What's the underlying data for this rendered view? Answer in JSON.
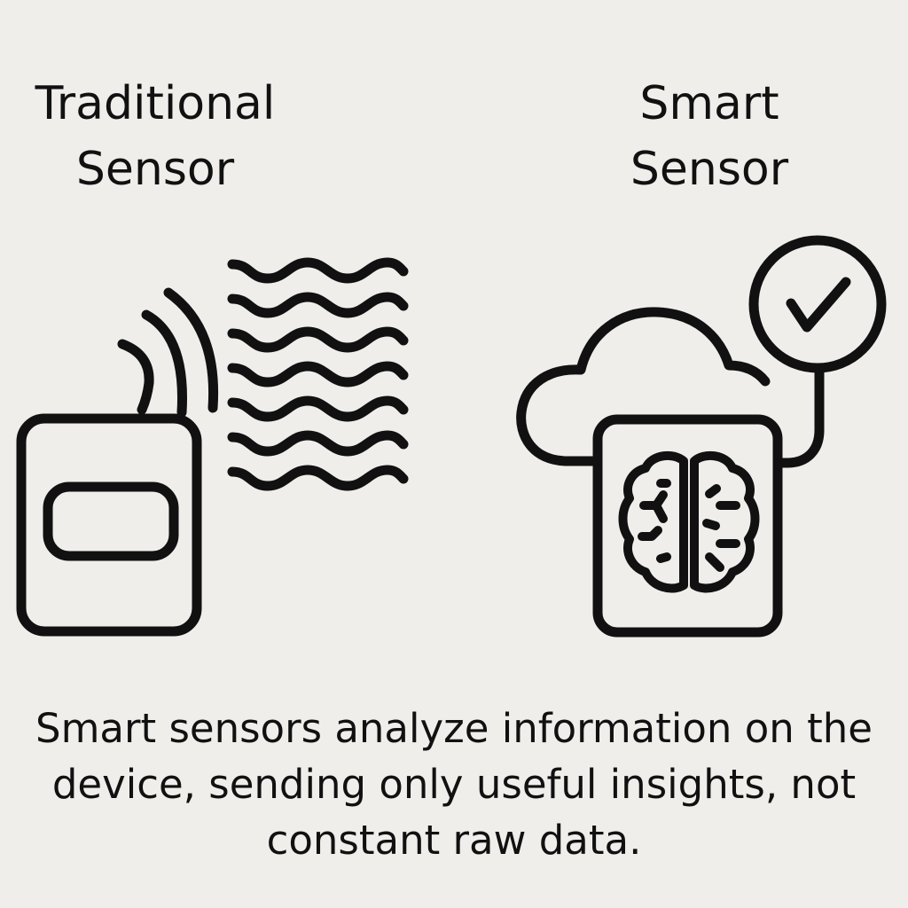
{
  "left_panel": {
    "title_line1": "Traditional",
    "title_line2": "Sensor",
    "icons": [
      "sensor-device-icon",
      "signal-waves-icon",
      "raw-data-stream-icon"
    ]
  },
  "right_panel": {
    "title_line1": "Smart",
    "title_line2": "Sensor",
    "icons": [
      "cloud-icon",
      "sensor-device-icon",
      "brain-icon",
      "checkmark-circle-icon"
    ]
  },
  "caption": {
    "line1": "Smart sensors analyze information on the",
    "line2": "device, sending only useful insights, not",
    "line3": "constant raw data."
  },
  "colors": {
    "background": "#efeeeb",
    "ink": "#111111"
  }
}
